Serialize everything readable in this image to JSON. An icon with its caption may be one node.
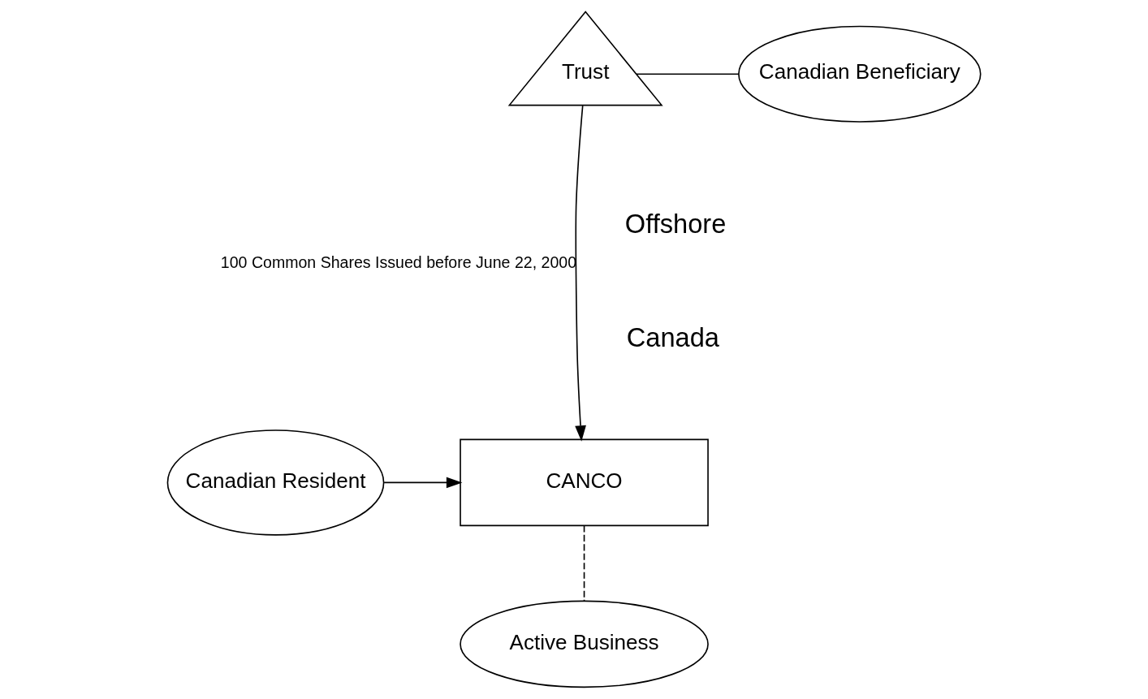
{
  "diagram": {
    "nodes": [
      {
        "text": [
          "Trust"
        ]
      },
      {
        "text": [
          "Canadian Beneficiary"
        ]
      },
      {
        "text": [
          "Canadian Resident"
        ]
      },
      {
        "text": [
          "CANCO"
        ]
      },
      {
        "text": [
          "Active Business"
        ]
      }
    ],
    "edges": [
      {
        "from": 0,
        "to": 1,
        "arrow": "none"
      },
      {
        "from": 0,
        "to": 3,
        "arrow": "to",
        "label": "100 Common Shares Issued before June 22, 2000"
      },
      {
        "from": 2,
        "to": 3,
        "arrow": "to"
      },
      {
        "from": 3,
        "to": 4,
        "arrow": "none",
        "style": "dashed"
      }
    ],
    "labels": [
      "Offshore",
      "Canada"
    ]
  }
}
